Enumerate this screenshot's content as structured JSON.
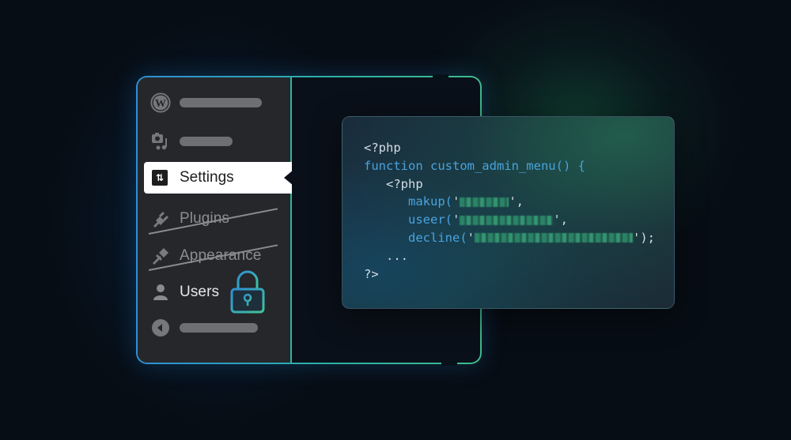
{
  "sidebar": {
    "items": [
      {
        "icon": "wordpress-logo-icon",
        "label": null,
        "placeholder_bar": true
      },
      {
        "icon": "media-icon",
        "label": null,
        "placeholder_bar": true
      },
      {
        "icon": "settings-sliders-icon",
        "label": "Settings",
        "active": true
      },
      {
        "icon": "plugin-icon",
        "label": "Plugins",
        "struck_out": true
      },
      {
        "icon": "appearance-brush-icon",
        "label": "Appearance",
        "struck_out": true
      },
      {
        "icon": "user-icon",
        "label": "Users",
        "locked": true
      },
      {
        "icon": "collapse-arrow-icon",
        "label": null,
        "placeholder_bar": true
      }
    ]
  },
  "code_card": {
    "lines": [
      "<?php",
      "function custom_admin_menu() {",
      "   <?php",
      "      makup(",
      "      useer(",
      "      decline(",
      "   ...",
      "?>"
    ],
    "line_suffixes": [
      "",
      "",
      "",
      "',",
      "',",
      "');",
      "",
      ""
    ],
    "blurred_args": [
      "(blurred)",
      "(blurred)",
      "(blurred)"
    ]
  },
  "colors": {
    "background": "#070d15",
    "sidebar": "#26272b",
    "frame_blue": "#2f8fd6",
    "frame_green": "#3fb98b",
    "code_keyword": "#4aa3dd",
    "lock_gradient_start": "#2f8fd6",
    "lock_gradient_end": "#3fc49a"
  }
}
